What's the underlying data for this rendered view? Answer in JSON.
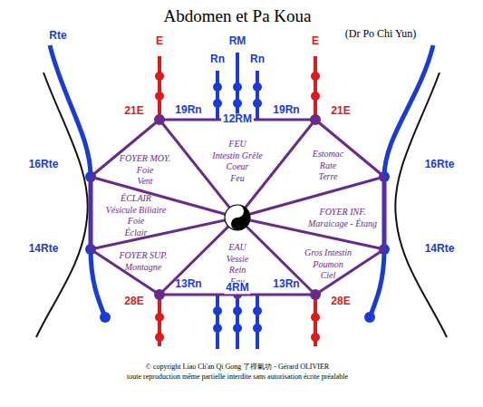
{
  "diagram": {
    "title": "Abdomen et Pa Koua",
    "nodes": [
      {
        "text": [
          "FEU",
          "Intestin Grêle",
          "Coeur",
          "Feu"
        ]
      },
      {
        "text": [
          "Estomac",
          "Rate",
          "Terre"
        ]
      },
      {
        "text": [
          "FOYER INF.",
          "Maraicage - Étang"
        ]
      },
      {
        "text": [
          "Gros Intestin",
          "Poumon",
          "Ciel"
        ]
      },
      {
        "text": [
          "EAU",
          "Vessie",
          "Rein",
          "Eau"
        ]
      },
      {
        "text": [
          "FOYER SUP.",
          "Montagne"
        ]
      },
      {
        "text": [
          "ÉCLAIR",
          "Vésicule Biliaire",
          "Foie",
          "Éclair"
        ]
      },
      {
        "text": [
          "FOYER MOY.",
          "Foie",
          "Vent"
        ]
      }
    ],
    "labels": [
      "(Dr Po Chi Yun)",
      "Rte",
      "E",
      "RM",
      "Rn",
      "Rn",
      "E",
      "21E",
      "19Rn",
      "12RM",
      "19Rn",
      "21E",
      "16Rte",
      "16Rte",
      "14Rte",
      "14Rte",
      "28E",
      "13Rn",
      "4RM",
      "13Rn",
      "28E",
      "© copyright Liao Ch'an Qi Gong 了禪氣功 - Gérard OLIVIER",
      "toute reproduction même partielle interdite sans autorisation écrite préalable"
    ]
  }
}
